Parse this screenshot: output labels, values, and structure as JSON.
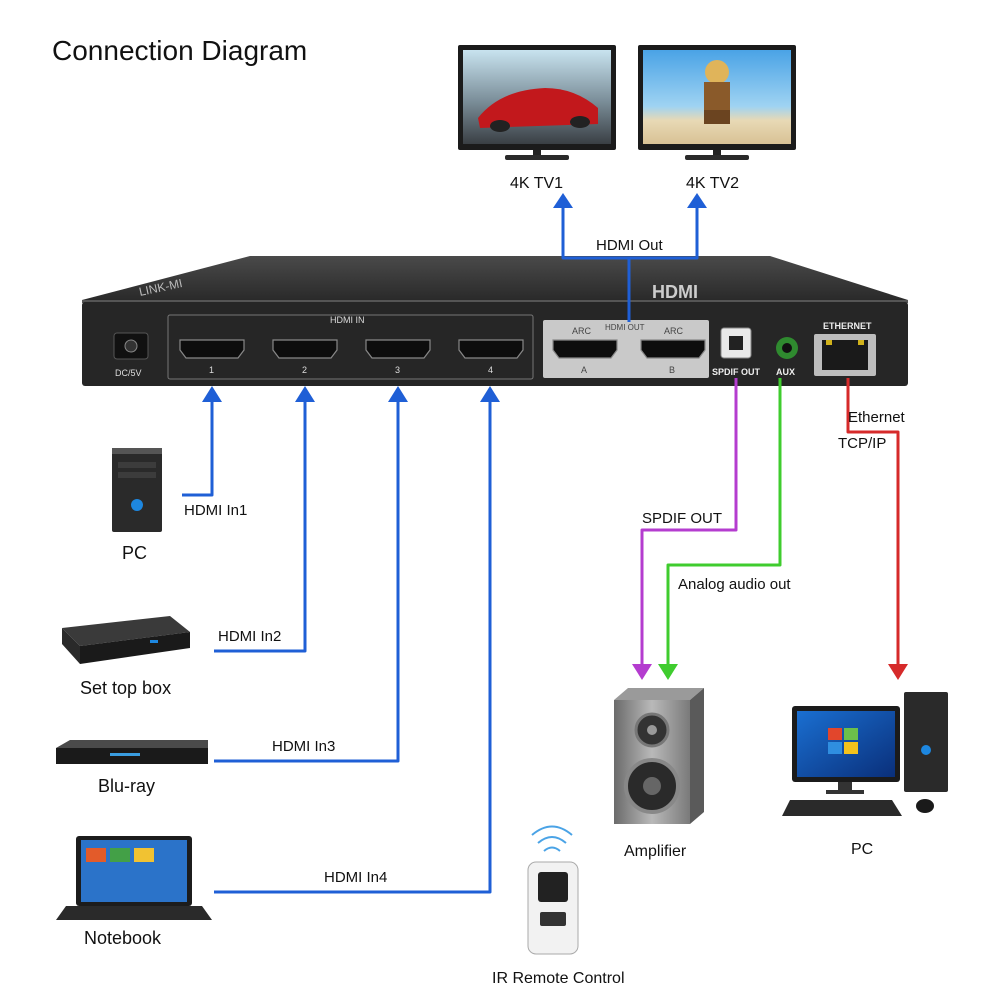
{
  "title": "Connection Diagram",
  "device": {
    "brand": "LINK-MI",
    "hdmi_logo": "HDMI",
    "power_label": "DC/5V",
    "hdmi_in_label": "HDMI IN",
    "hdmi_in_ports": [
      "1",
      "2",
      "3",
      "4"
    ],
    "hdmi_out_label": "HDMI OUT",
    "arc_label": "ARC",
    "out_ports": [
      "A",
      "B"
    ],
    "spdif_label": "SPDIF OUT",
    "aux_label": "AUX",
    "ethernet_label": "ETHERNET"
  },
  "nodes": {
    "tv1": "4K TV1",
    "tv2": "4K TV2",
    "pc_left": "PC",
    "set_top_box": "Set top box",
    "bluray": "Blu-ray",
    "notebook": "Notebook",
    "remote": "IR Remote Control",
    "amplifier": "Amplifier",
    "pc_right": "PC"
  },
  "edges": {
    "hdmi_out": "HDMI Out",
    "hdmi_in1": "HDMI In1",
    "hdmi_in2": "HDMI In2",
    "hdmi_in3": "HDMI In3",
    "hdmi_in4": "HDMI In4",
    "spdif_out": "SPDIF OUT",
    "analog_out": "Analog audio out",
    "ethernet": "Ethernet",
    "tcpip": "TCP/IP"
  },
  "colors": {
    "hdmi": "#1f5fd6",
    "spdif": "#b43ccf",
    "analog": "#3fcc2e",
    "ethernet": "#d62a2a",
    "device_body": "#2b2b2b"
  }
}
